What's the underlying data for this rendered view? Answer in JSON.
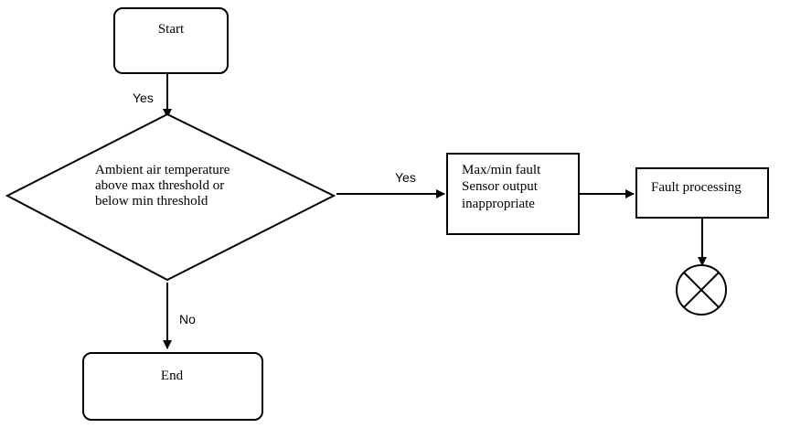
{
  "nodes": {
    "start": {
      "label": "Start"
    },
    "decision": {
      "lines": [
        "Ambient air temperature",
        "above max threshold or",
        "below min threshold"
      ]
    },
    "fault": {
      "lines": [
        "Max/min fault",
        "Sensor output",
        "inappropriate"
      ]
    },
    "processing": {
      "label": "Fault processing"
    },
    "end": {
      "label": "End"
    },
    "terminator": {
      "icon": "x-circle-icon"
    }
  },
  "edges": {
    "start_to_decision": "Yes",
    "decision_to_fault": "Yes",
    "decision_to_end": "No"
  }
}
